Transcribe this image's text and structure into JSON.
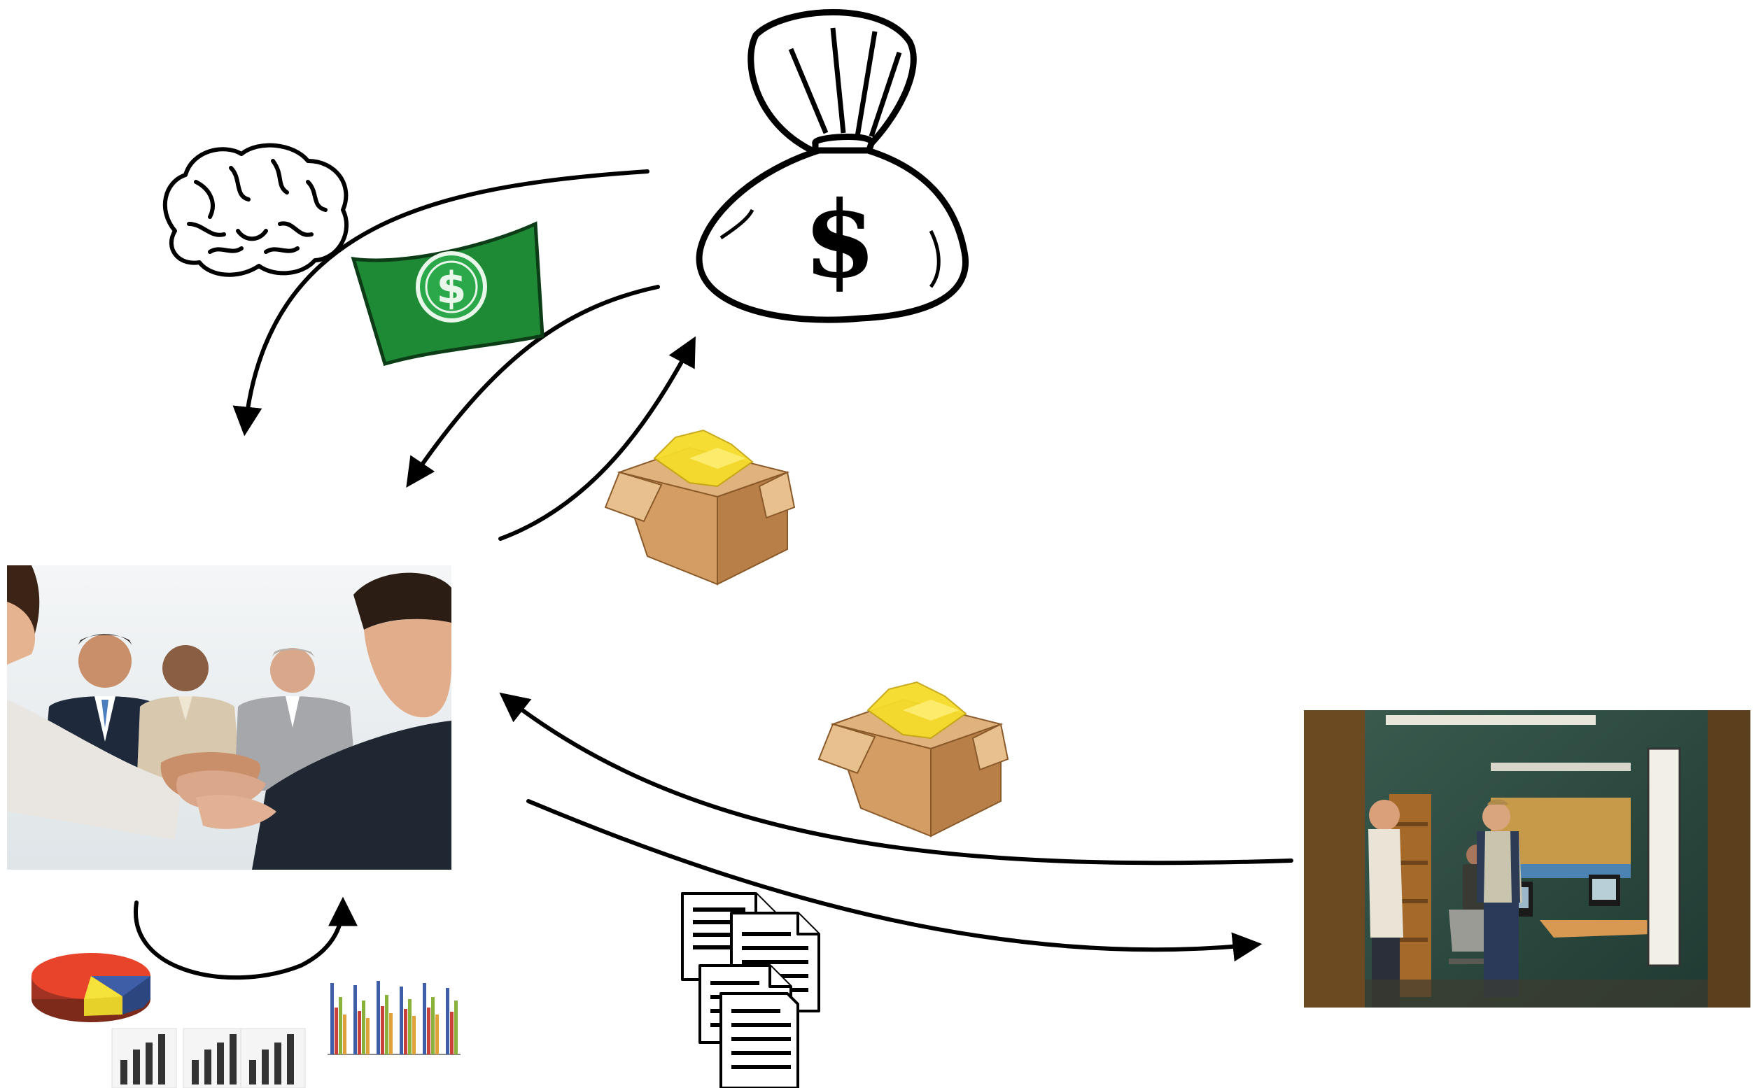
{
  "diagram": {
    "nodes": [
      {
        "id": "investor",
        "icon": "money-bag-icon",
        "symbol": "$"
      },
      {
        "id": "company-team",
        "icon": "business-team-photo"
      },
      {
        "id": "developer-office",
        "icon": "office-team-photo"
      }
    ],
    "flows": [
      {
        "from": "investor",
        "to": "company-team",
        "carries": "brain-icon"
      },
      {
        "from": "investor",
        "to": "company-team",
        "carries": "banknote-icon"
      },
      {
        "from": "company-team",
        "to": "investor",
        "carries": "software-package-icon"
      },
      {
        "from": "developer-office",
        "to": "company-team",
        "carries": "software-package-icon"
      },
      {
        "from": "company-team",
        "to": "developer-office",
        "carries": "documents-icon"
      },
      {
        "from": "company-team",
        "to": "company-team",
        "carries": "charts-icon"
      }
    ],
    "colors": {
      "arrow": "#000000",
      "banknote": "#1e8a35",
      "package_box": "#c9905a",
      "package_contents": "#f5dc2a",
      "office_wall": "#2f4e44",
      "office_frame": "#6b4a22"
    }
  }
}
